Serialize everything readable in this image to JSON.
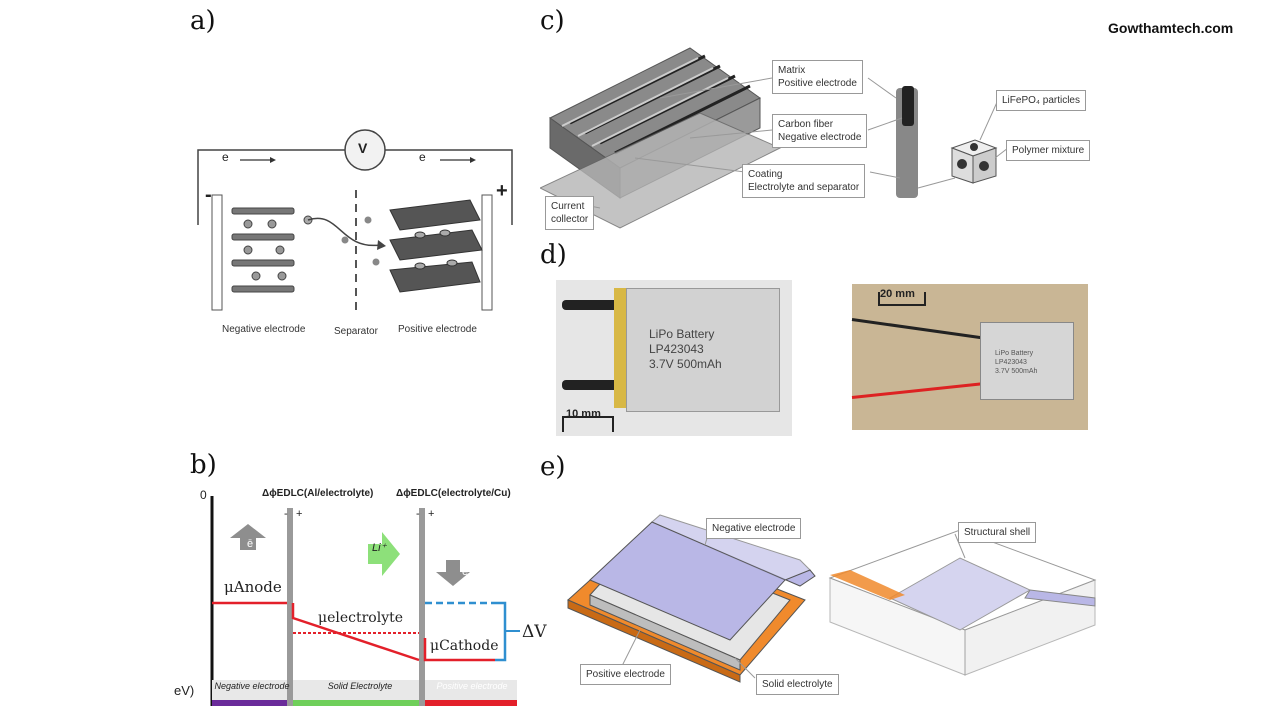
{
  "watermark": "Gowthamtech.com",
  "panel_labels": {
    "a": "a)",
    "b": "b)",
    "c": "c)",
    "d": "d)",
    "e": "e)"
  },
  "panel_a": {
    "voltmeter": "V",
    "electron_left": "e",
    "electron_right": "e",
    "minus": "-",
    "plus": "+",
    "negative_electrode": "Negative electrode",
    "separator": "Separator",
    "positive_electrode": "Positive electrode"
  },
  "panel_b": {
    "zero": "0",
    "ev": "eV)",
    "dphi_left": "ΔϕEDLC(Al/electrolyte)",
    "dphi_right": "ΔϕEDLC(electrolyte/Cu)",
    "minus": "-",
    "plus": "+",
    "e_bar": "ē",
    "li": "Li⁺",
    "mu_anode": "μAnode",
    "mu_electrolyte": "μelectrolyte",
    "mu_cathode": "μCathode",
    "delta_v": "ΔV",
    "neg_electrode": "Negative electrode",
    "solid_electrolyte": "Solid Electrolyte",
    "pos_electrode": "Positive electrode"
  },
  "panel_c": {
    "matrix": "Matrix\nPositive electrode",
    "carbon": "Carbon fiber\nNegative electrode",
    "coating": "Coating\nElectrolyte and separator",
    "collector": "Current\ncollector",
    "lifepo": "LiFePO₄ particles",
    "polymer": "Polymer mixture"
  },
  "panel_d": {
    "battery_line1": "LiPo  Battery",
    "battery_line2": "LP423043",
    "battery_line3": "3.7V 500mAh",
    "scale_left": "10 mm",
    "scale_right": "20 mm",
    "small_line1": "LiPo Battery",
    "small_line2": "LP423043",
    "small_line3": "3.7V 500mAh"
  },
  "panel_e": {
    "negative_electrode": "Negative electrode",
    "positive_electrode": "Positive electrode",
    "solid_electrolyte": "Solid electrolyte",
    "structural_shell": "Structural shell"
  },
  "colors": {
    "red": "#e3202a",
    "blue": "#2f8fd0",
    "green": "#6fcf5a",
    "purple": "#6a2b9a",
    "orange": "#f08a2c",
    "lavender": "#b9b7e6"
  }
}
